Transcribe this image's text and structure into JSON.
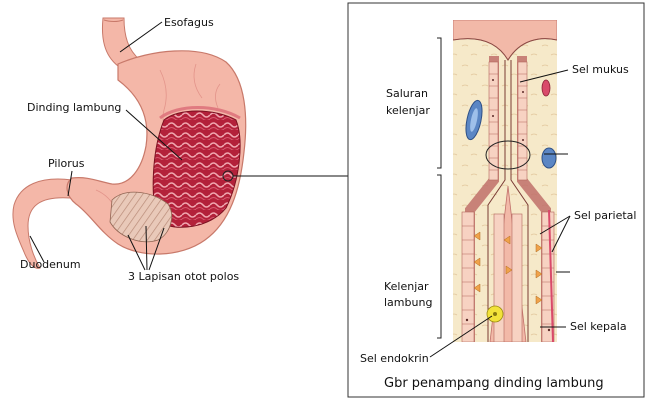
{
  "stomach_labels": {
    "esophagus": "Esofagus",
    "stomach_wall": "Dinding lambung",
    "pylorus": "Pilorus",
    "duodenum": "Duodenum",
    "muscle_layers": "3 Lapisan otot polos"
  },
  "cross_section": {
    "gland_duct_line1": "Saluran",
    "gland_duct_line2": "kelenjar",
    "gastric_gland_line1": "Kelenjar",
    "gastric_gland_line2": "lambung",
    "mucous_cell": "Sel mukus",
    "parietal_cell": "Sel parietal",
    "chief_cell": "Sel kepala",
    "endocrine_cell": "Sel endokrin",
    "caption": "Gbr penampang dinding lambung"
  },
  "colors": {
    "stomach_outer": "#f4b7a8",
    "stomach_inner": "#b3213a",
    "tissue_background": "#f6e9c9",
    "cell_pink": "#f2b9a8",
    "vessel_blue": "#5b86c4",
    "endocrine_yellow": "#f2e23a",
    "frame": "#333333"
  }
}
